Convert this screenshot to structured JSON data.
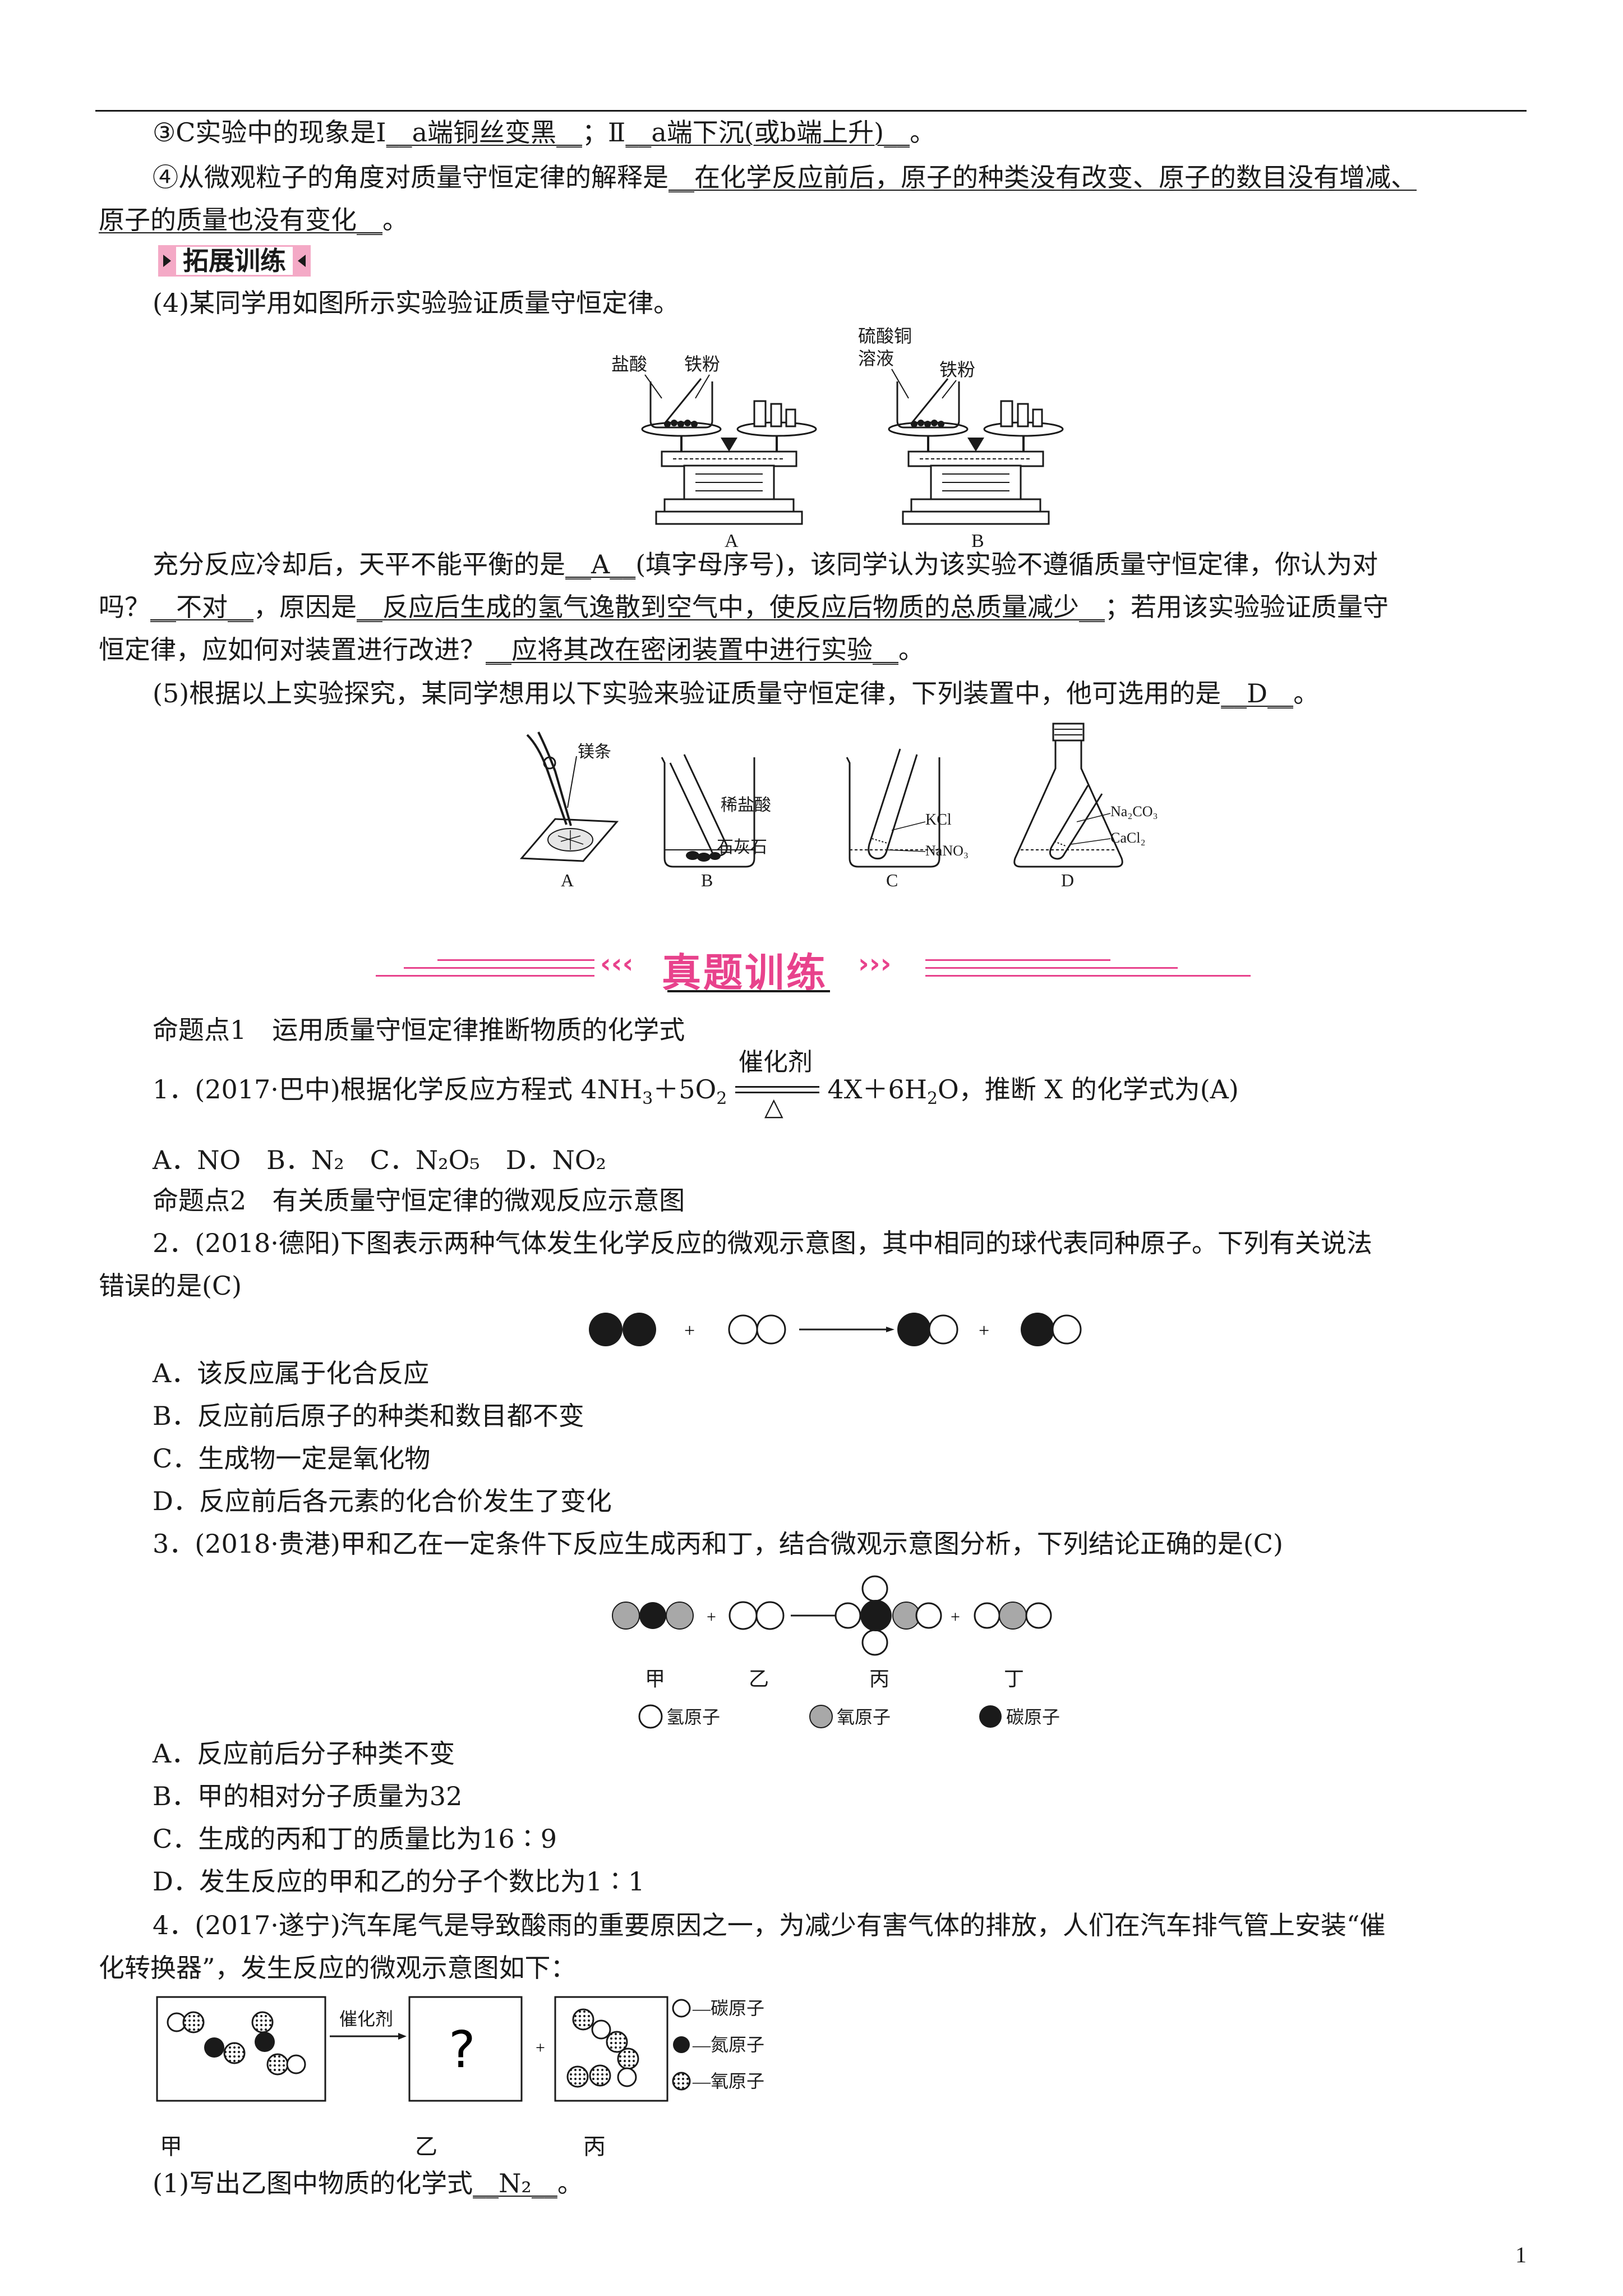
{
  "lines": {
    "l1": {
      "a": "③C实验中的现象是Ⅰ",
      "b": "__a端铜丝变黑__",
      "c": "；Ⅱ",
      "d": "__a端下沉(或b端上升)__",
      "e": "。"
    },
    "l2": {
      "a": "④从微观粒子的角度对质量守恒定律的解释是",
      "b": "__在化学反应前后，原子的种类没有改变、原子的数目没有增减、"
    },
    "l3": {
      "a": "原子的质量也没有变化__",
      "b": "。"
    },
    "tag": "拓展训练",
    "l4": "(4)某同学用如图所示实验验证质量守恒定律。",
    "l5": {
      "a": "充分反应冷却后，天平不能平衡的是",
      "b": "__A__",
      "c": "(填字母序号)，该同学认为该实验不遵循质量守恒定律，你认为对"
    },
    "l6": {
      "a": "吗？",
      "b": "__不对__",
      "c": "，原因是",
      "d": "__反应后生成的氢气逸散到空气中，使反应后物质的总质量减少__",
      "e": "；若用该实验验证质量守"
    },
    "l7": {
      "a": "恒定律，应如何对装置进行改进？",
      "b": "__应将其改在密闭装置中进行实验__",
      "c": "。"
    },
    "l8": {
      "a": "(5)根据以上实验探究，某同学想用以下实验来验证质量守恒定律，下列装置中，他可选用的是",
      "b": "__D__",
      "c": "。"
    },
    "section_title": "真题训练",
    "l9": "命题点1　运用质量守恒定律推断物质的化学式",
    "l10": {
      "a": "1．(2017·巴中)根据化学反应方程式 4NH",
      "s1": "3",
      "b": "＋5O",
      "s2": "2",
      "c": "4X＋6H",
      "s3": "2",
      "d": "O，推断 X 的化学式为(A)"
    },
    "l11": "A．NO　B．N₂　C．N₂O₅　D．NO₂",
    "l12": "命题点2　有关质量守恒定律的微观反应示意图",
    "l13": "2．(2018·德阳)下图表示两种气体发生化学反应的微观示意图，其中相同的球代表同种原子。下列有关说法",
    "l14": "错误的是(C)",
    "q2": [
      "A．该反应属于化合反应",
      "B．反应前后原子的种类和数目都不变",
      "C．生成物一定是氧化物",
      "D．反应前后各元素的化合价发生了变化"
    ],
    "l15": "3．(2018·贵港)甲和乙在一定条件下反应生成丙和丁，结合微观示意图分析，下列结论正确的是(C)",
    "q3": [
      "A．反应前后分子种类不变",
      "B．甲的相对分子质量为32",
      "C．生成的丙和丁的质量比为16∶9",
      "D．发生反应的甲和乙的分子个数比为1∶1"
    ],
    "l16": "4．(2017·遂宁)汽车尾气是导致酸雨的重要原因之一，为减少有害气体的排放，人们在汽车排气管上安装“催",
    "l17": "化转换器”，发生反应的微观示意图如下：",
    "l18": {
      "a": "(1)写出乙图中物质的化学式",
      "b": "__N₂__",
      "c": "。"
    },
    "page_number": "1"
  },
  "figures": {
    "balance": {
      "left_reagent": "盐酸",
      "left_metal": "铁粉",
      "right_reagent_1": "硫酸铜",
      "right_reagent_2": "溶液",
      "right_metal": "铁粉",
      "label_a": "A",
      "label_b": "B"
    },
    "apparatus": {
      "a_label": "镁条",
      "b_label1": "稀盐酸",
      "b_label2": "石灰石",
      "c_label1": "KCl",
      "c_label2": "NaNO₃",
      "d_label1": "Na₂CO₃",
      "d_label2": "CaCl₂",
      "names": [
        "A",
        "B",
        "C",
        "D"
      ]
    },
    "equation": {
      "catalyst": "催化剂",
      "heat": "△"
    },
    "q3_fig": {
      "names": [
        "甲",
        "乙",
        "丙",
        "丁"
      ],
      "legend": [
        "氢原子",
        "氧原子",
        "碳原子"
      ],
      "plus": "+"
    },
    "q4_fig": {
      "catalyst": "催化剂",
      "question": "?",
      "plus": "+",
      "names": [
        "甲",
        "乙",
        "丙"
      ],
      "legend": [
        "—碳原子",
        "—氮原子",
        "—氧原子"
      ]
    }
  },
  "colors": {
    "accent": "#e8428c",
    "text": "#1a1a1a",
    "gray_atom": "#a8a8a8"
  }
}
